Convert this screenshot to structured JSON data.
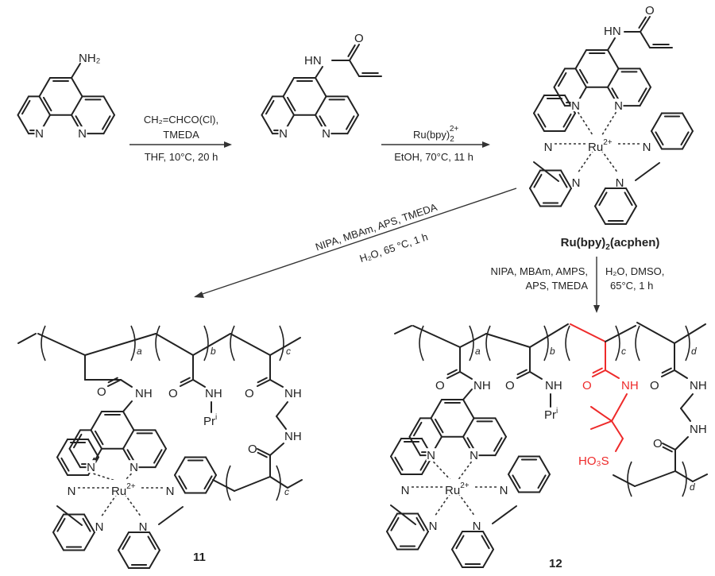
{
  "scheme": {
    "step1": {
      "reagent_top_line1": "CH₂=CHCO(Cl),",
      "reagent_top_line2": "TMEDA",
      "reagent_bottom": "THF, 10°C, 20 h"
    },
    "step2": {
      "reagent_top_main": "Ru(bpy)",
      "reagent_top_sub": "2",
      "reagent_top_sup": "2+",
      "reagent_bottom": "EtOH, 70°C, 11 h"
    },
    "step3": {
      "reagent_top": "NIPA, MBAm, APS, TMEDA",
      "reagent_bottom": "H₂O, 65 °C, 1 h"
    },
    "step4": {
      "left_line1": "NIPA, MBAm, AMPS,",
      "left_line2": "APS, TMEDA",
      "right_line1": "H₂O, DMSO,",
      "right_line2": "65°C, 1 h"
    },
    "compounds": {
      "aminophen": {
        "substituent": "NH₂"
      },
      "acphen": {
        "nh": "HN",
        "o": "O"
      },
      "complex": {
        "name_part1": "Ru(bpy)",
        "name_sub": "2",
        "name_part2": "(acphen)",
        "metal": "Ru",
        "charge": "2+",
        "nitrogen": "N"
      },
      "polymer11": {
        "number": "11",
        "indices": [
          "a",
          "b",
          "c",
          "c"
        ],
        "nh": "NH",
        "o": "O",
        "isopropyl": "Pr",
        "isopropyl_sup": "i"
      },
      "polymer12": {
        "number": "12",
        "indices": [
          "a",
          "b",
          "c",
          "d",
          "d"
        ],
        "sulfonic": "HO₃S",
        "nh": "NH",
        "o": "O",
        "isopropyl": "Pr",
        "isopropyl_sup": "i"
      }
    },
    "colors": {
      "bond": "#222222",
      "amps_highlight": "#ee2a2a"
    }
  }
}
